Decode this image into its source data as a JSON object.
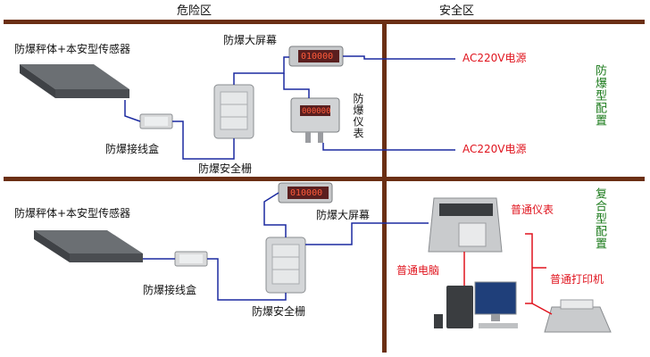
{
  "zones": {
    "danger": "危险区",
    "safe": "安全区"
  },
  "top": {
    "platform_label": "防爆秤体+本安型传感器",
    "big_display_label": "防爆大屏幕",
    "big_display_reading": "010000",
    "instrument_label": "防爆仪表",
    "instrument_reading": "000000",
    "junction_label": "防爆接线盒",
    "barrier_label": "防爆安全栅",
    "power_1": "AC220V电源",
    "power_2": "AC220V电源",
    "config_label": "防爆型配置"
  },
  "bottom": {
    "platform_label": "防爆秤体+本安型传感器",
    "big_display_label": "防爆大屏幕",
    "big_display_reading": "010000",
    "junction_label": "防爆接线盒",
    "barrier_label": "防爆安全栅",
    "instrument_label": "普通仪表",
    "computer_label": "普通电脑",
    "printer_label": "普通打印机",
    "config_label": "复合型配置"
  },
  "colors": {
    "divider": "#6b2f14",
    "signal_wire": "#1b2aa0",
    "power_label": "#e0141e",
    "config_label": "#1a7a1a"
  }
}
